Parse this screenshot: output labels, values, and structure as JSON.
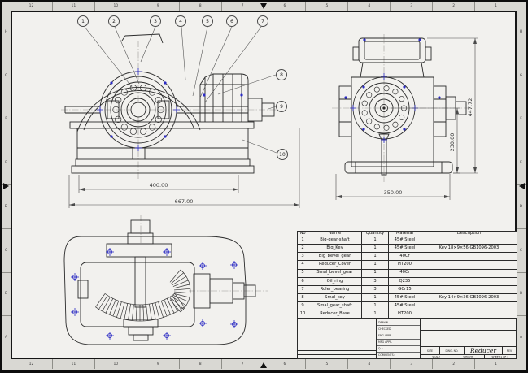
{
  "sheet": {
    "zone_columns": [
      "12",
      "11",
      "10",
      "9",
      "8",
      "7",
      "6",
      "5",
      "4",
      "3",
      "2",
      "1"
    ],
    "zone_rows": [
      "H",
      "G",
      "F",
      "E",
      "D",
      "C",
      "B",
      "A"
    ]
  },
  "balloons": [
    {
      "label": "1"
    },
    {
      "label": "2"
    },
    {
      "label": "3"
    },
    {
      "label": "4"
    },
    {
      "label": "5"
    },
    {
      "label": "6"
    },
    {
      "label": "7"
    },
    {
      "label": "8"
    },
    {
      "label": "9"
    },
    {
      "label": "10"
    }
  ],
  "dims": {
    "front_inner": "400.00",
    "front_outer": "667.00",
    "side_width": "350.00",
    "side_center_height": "230.00",
    "side_total_height": "447.72"
  },
  "parts_table": {
    "headers": [
      "No",
      "Name",
      "Quantity",
      "Material",
      "Description"
    ],
    "rows": [
      [
        "1",
        "Big-gear-shaft",
        "1",
        "45# Steel",
        ""
      ],
      [
        "2",
        "Big_Key",
        "1",
        "45# Steel",
        "Key 18×9×56 GB1096-2003"
      ],
      [
        "3",
        "Big_bevel_gear",
        "1",
        "40Cr",
        ""
      ],
      [
        "4",
        "Reducer_Cover",
        "1",
        "HT200",
        ""
      ],
      [
        "5",
        "Smal_bevel_gear",
        "1",
        "40Cr",
        ""
      ],
      [
        "6",
        "Oil_ring",
        "3",
        "Q235",
        ""
      ],
      [
        "7",
        "Roler_bearing",
        "3",
        "GCr15",
        ""
      ],
      [
        "8",
        "Smal_key",
        "1",
        "45# Steel",
        "Key 14×9×36 GB1096-2003"
      ],
      [
        "9",
        "Smal_gear_shaft",
        "1",
        "45# Steel",
        ""
      ],
      [
        "10",
        "Reducer_Base",
        "1",
        "HT200",
        ""
      ]
    ]
  },
  "title_block": {
    "title": "Reducer",
    "fields": [
      "DRAWN",
      "CHECKED",
      "ENG APPR.",
      "MFG APPR.",
      "Q.A.",
      "COMMENTS:"
    ],
    "size_label": "SIZE",
    "dwg_label": "DWG. NO.",
    "rev_label": "REV",
    "scale_label": "SCALE",
    "weight_label": "WEIGHT",
    "sheet_label": "SHEET 1 OF 1"
  },
  "colors": {
    "sheet": "#f2f1ee",
    "zone_band": "#d9d8d3",
    "frame": "#111111",
    "line": "#2b2b2b",
    "marker_blue": "#2b2bc4"
  }
}
